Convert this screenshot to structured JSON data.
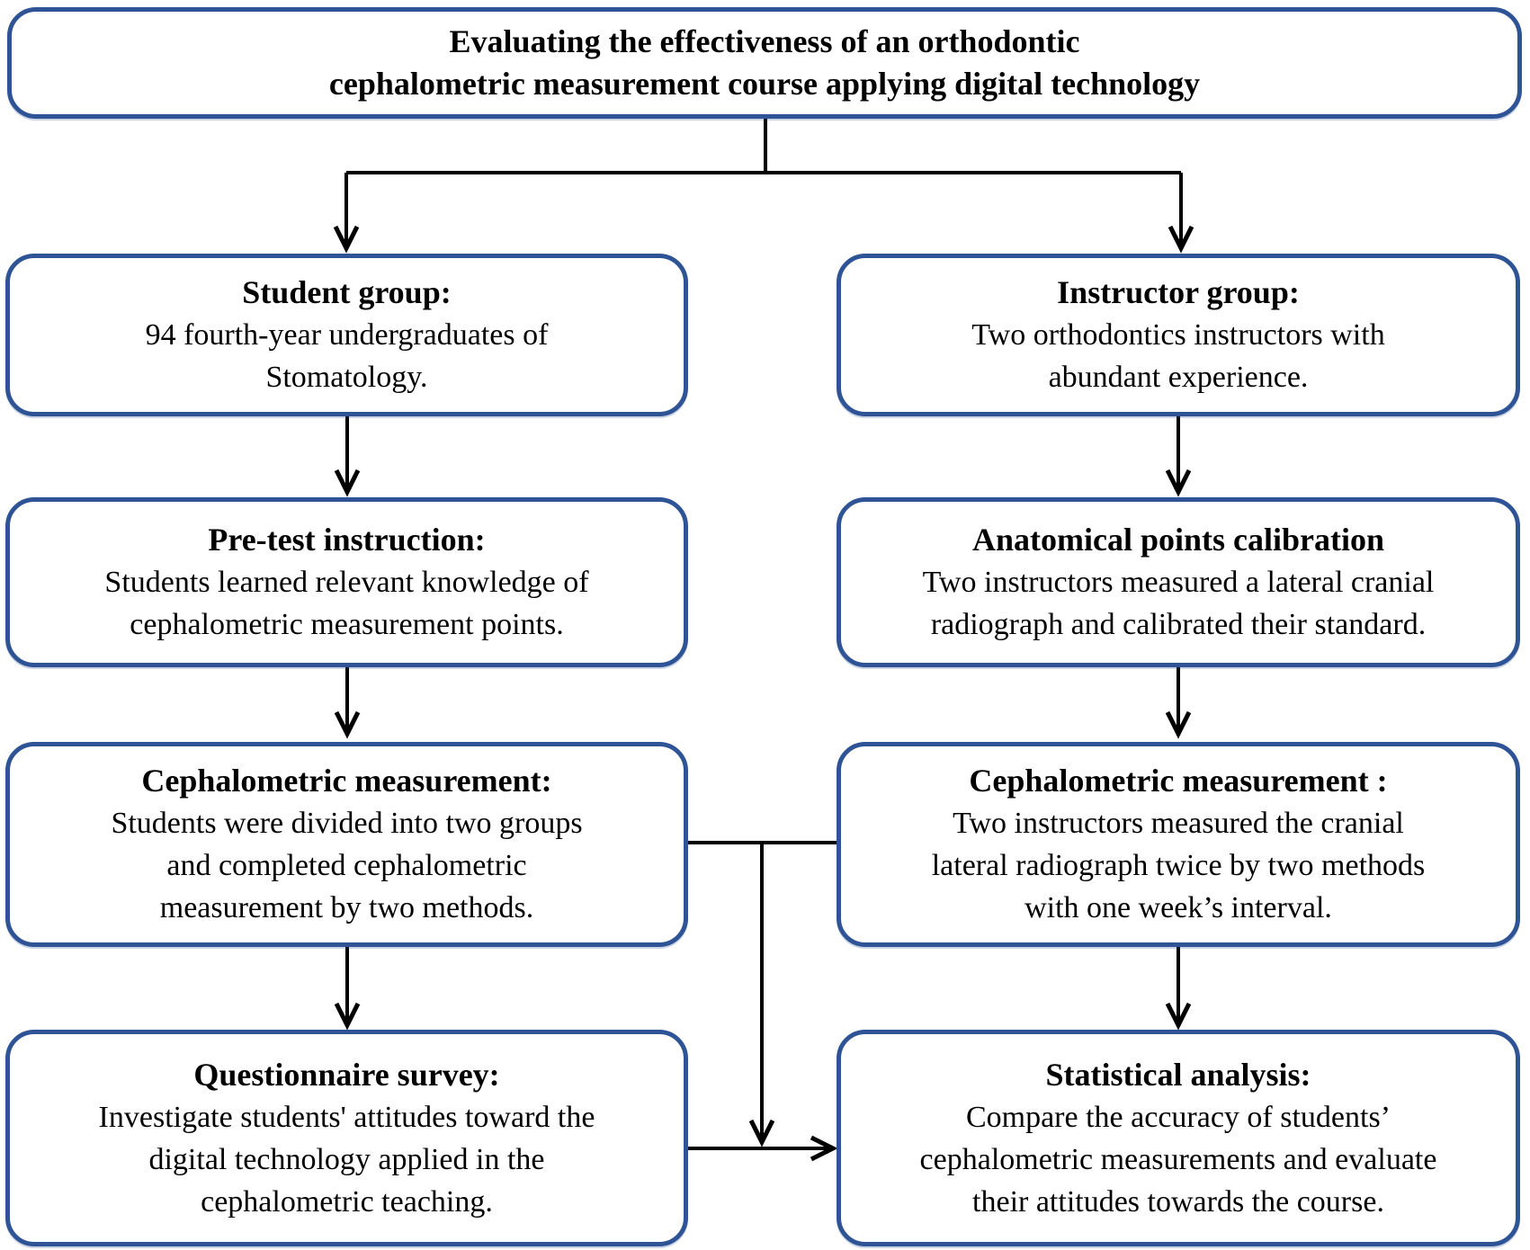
{
  "colors": {
    "box_border": "#2f5496",
    "connector": "#000000",
    "text": "#000000",
    "background": "#ffffff"
  },
  "title": {
    "lines": [
      "Evaluating the effectiveness of an orthodontic",
      "cephalometric measurement course applying digital technology"
    ]
  },
  "left_column": {
    "boxes": [
      {
        "heading": "Student group:",
        "body_lines": [
          "94 fourth-year undergraduates of",
          "Stomatology."
        ]
      },
      {
        "heading": "Pre-test instruction:",
        "body_lines": [
          "Students learned relevant knowledge of",
          "cephalometric measurement points."
        ]
      },
      {
        "heading": "Cephalometric measurement:",
        "body_lines": [
          "Students were divided into two groups",
          "and completed cephalometric",
          "measurement by two methods."
        ]
      },
      {
        "heading": "Questionnaire survey:",
        "body_lines": [
          "Investigate students' attitudes toward the",
          "digital technology applied in the",
          "cephalometric teaching."
        ]
      }
    ]
  },
  "right_column": {
    "boxes": [
      {
        "heading": "Instructor group:",
        "body_lines": [
          "Two orthodontics instructors with",
          "abundant experience."
        ]
      },
      {
        "heading": "Anatomical points calibration",
        "body_lines": [
          "Two instructors measured a lateral cranial",
          "radiograph and calibrated their standard."
        ]
      },
      {
        "heading": "Cephalometric measurement :",
        "body_lines": [
          "Two instructors measured the cranial",
          "lateral radiograph twice by two methods",
          "with one week’s interval."
        ]
      },
      {
        "heading": "Statistical analysis:",
        "body_lines": [
          "Compare the accuracy of students’",
          "cephalometric measurements and evaluate",
          "their attitudes towards the course."
        ]
      }
    ]
  }
}
